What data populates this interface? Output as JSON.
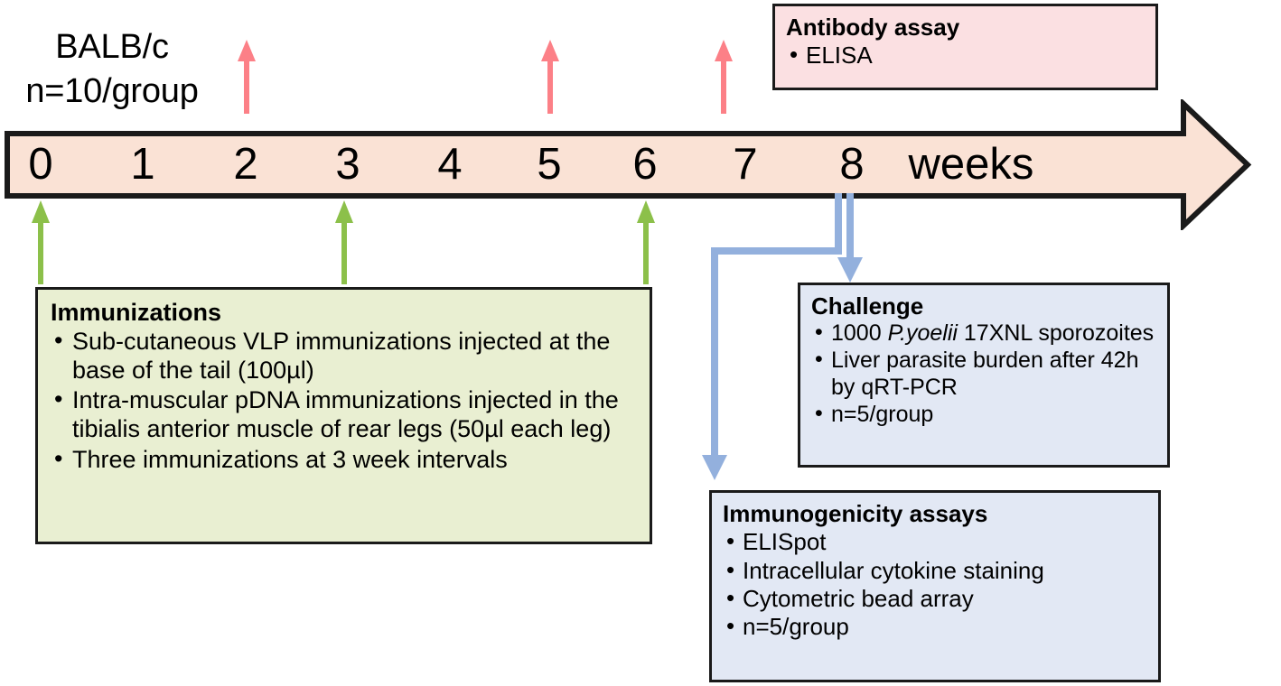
{
  "diagram": {
    "animal_caption": "BALB/c\nn=10/group",
    "timeline": {
      "unit_label": "weeks",
      "ticks": [
        "0",
        "1",
        "2",
        "3",
        "4",
        "5",
        "6",
        "7",
        "8"
      ],
      "bar_color": "#fae2d5",
      "border_color": "#1a1a1a"
    },
    "event_arrows": {
      "immunization_color": "#8cc04a",
      "bleed_color": "#fc8087",
      "connector_color": "#93b0dd",
      "immunization_weeks": [
        0,
        3,
        6
      ],
      "bleed_weeks": [
        2,
        5,
        7
      ],
      "readout_week": 8
    },
    "boxes": {
      "antibody": {
        "title": "Antibody assay",
        "color": "#fbe0e2",
        "items": [
          "ELISA"
        ]
      },
      "immunizations": {
        "title": "Immunizations",
        "color": "#e9efd2",
        "items": [
          "Sub-cutaneous VLP immunizations injected at the base of the tail (100µl)",
          "Intra-muscular pDNA immunizations injected in the tibialis anterior muscle of rear legs (50µl each leg)",
          "Three immunizations at 3 week intervals"
        ]
      },
      "challenge": {
        "title": "Challenge",
        "color": "#e2e8f4",
        "items_pre": [
          "1000 ",
          "Liver parasite burden after 42h by qRT-PCR",
          "n=5/group"
        ],
        "item1_italic": "P.yoelii",
        "item1_post": " 17XNL sporozoites"
      },
      "immunogenicity": {
        "title": "Immunogenicity assays",
        "color": "#e2e8f4",
        "items": [
          "ELISpot",
          "Intracellular cytokine staining",
          "Cytometric bead array",
          "n=5/group"
        ]
      }
    }
  }
}
